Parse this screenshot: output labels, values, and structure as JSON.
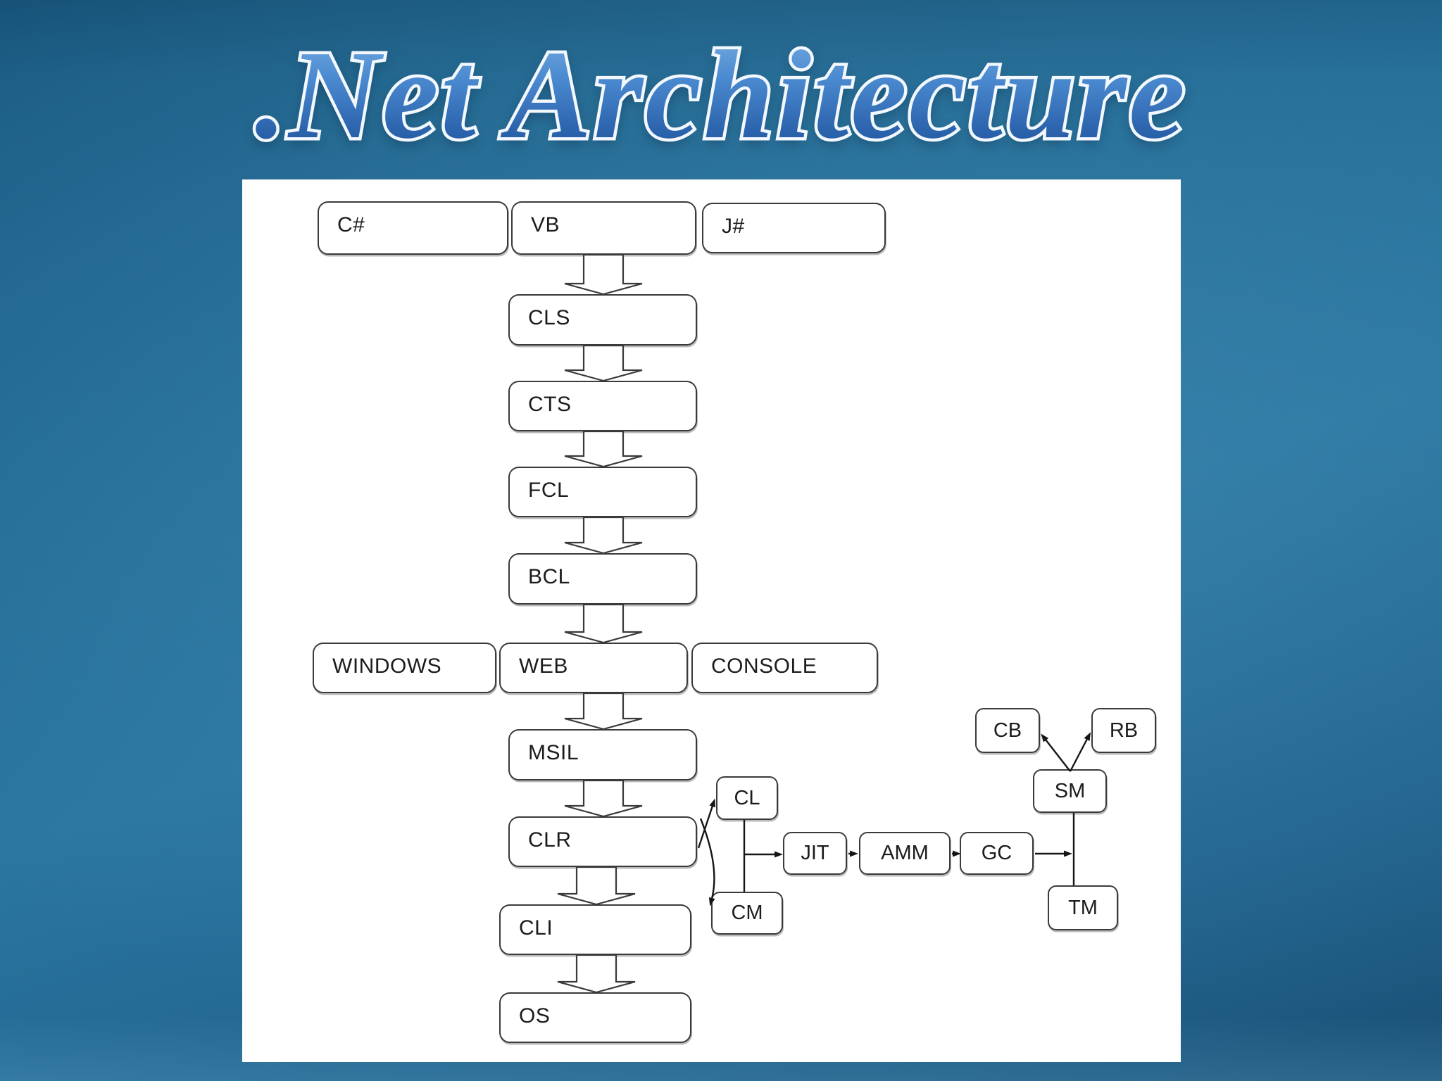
{
  "slide_title": ".Net Architecture",
  "colors": {
    "background_top": "#1a5a82",
    "background_mid": "#2a76a1",
    "background_deep": "#1a5076",
    "panel": "#ffffff",
    "box_border": "#3a3a3a",
    "box_text": "#1c1c1c",
    "connector": "#161616",
    "title_fill_top": "#7db2e4",
    "title_fill_bottom": "#1c4f9a",
    "title_outline": "#f2f8fd"
  },
  "diagram": {
    "nodes": {
      "csharp": "C#",
      "vb": "VB",
      "jsharp": "J#",
      "cls": "CLS",
      "cts": "CTS",
      "fcl": "FCL",
      "bcl": "BCL",
      "windows": "WINDOWS",
      "web": "WEB",
      "console": "CONSOLE",
      "msil": "MSIL",
      "clr": "CLR",
      "cli": "CLI",
      "os": "OS",
      "cl": "CL",
      "cm": "CM",
      "jit": "JIT",
      "amm": "AMM",
      "gc": "GC",
      "sm": "SM",
      "cb": "CB",
      "rb": "RB",
      "tm": "TM"
    },
    "edges": [
      {
        "from": "VB",
        "to": "CLS",
        "type": "block-arrow"
      },
      {
        "from": "CLS",
        "to": "CTS",
        "type": "block-arrow"
      },
      {
        "from": "CTS",
        "to": "FCL",
        "type": "block-arrow"
      },
      {
        "from": "FCL",
        "to": "BCL",
        "type": "block-arrow"
      },
      {
        "from": "BCL",
        "to": "WEB",
        "type": "block-arrow"
      },
      {
        "from": "WEB",
        "to": "MSIL",
        "type": "block-arrow"
      },
      {
        "from": "MSIL",
        "to": "CLR",
        "type": "block-arrow"
      },
      {
        "from": "CLR",
        "to": "CLI",
        "type": "block-arrow"
      },
      {
        "from": "CLI",
        "to": "OS",
        "type": "block-arrow"
      },
      {
        "from": "CLR",
        "to": "CL",
        "type": "arrow"
      },
      {
        "from": "CLR",
        "to": "CM",
        "type": "arrow"
      },
      {
        "from": "CL",
        "to": "CM",
        "type": "line"
      },
      {
        "from": "CL-CM-line",
        "to": "JIT",
        "type": "arrow"
      },
      {
        "from": "JIT",
        "to": "AMM",
        "type": "arrow"
      },
      {
        "from": "AMM",
        "to": "GC",
        "type": "arrow"
      },
      {
        "from": "GC",
        "to": "SM-TM-line",
        "type": "arrow"
      },
      {
        "from": "SM",
        "to": "CB",
        "type": "arrow"
      },
      {
        "from": "SM",
        "to": "RB",
        "type": "arrow"
      },
      {
        "from": "SM",
        "to": "TM",
        "type": "line"
      }
    ]
  }
}
